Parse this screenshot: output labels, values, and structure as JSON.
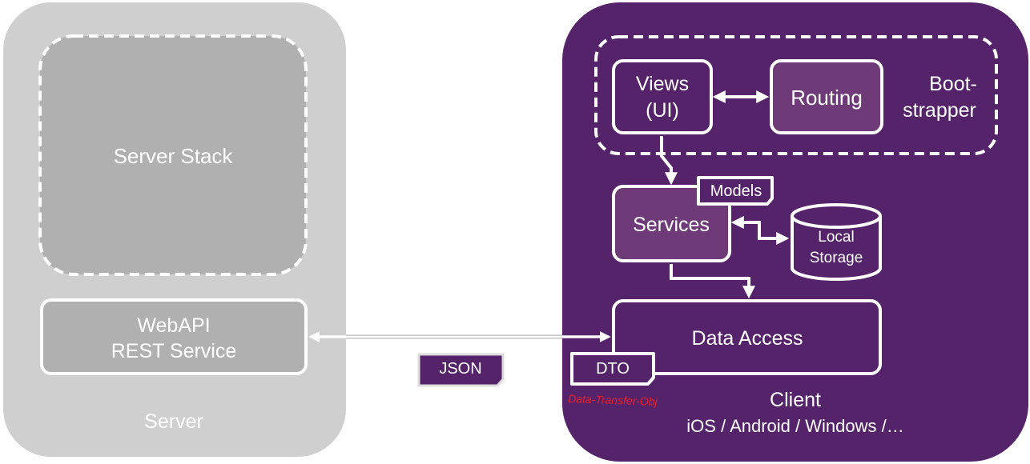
{
  "server": {
    "label": "Server",
    "stack_label": "Server Stack",
    "webapi_line1": "WebAPI",
    "webapi_line2": "REST Service"
  },
  "client": {
    "label": "Client",
    "platforms": "iOS / Android / Windows /…",
    "views_line1": "Views",
    "views_line2": "(UI)",
    "routing": "Routing",
    "bootstrapper_line1": "Boot-",
    "bootstrapper_line2": "strapper",
    "models": "Models",
    "services": "Services",
    "storage_line1": "Local",
    "storage_line2": "Storage",
    "data_access": "Data Access",
    "dto": "DTO",
    "dto_note": "Data-Transfer-Obj"
  },
  "json_label": "JSON",
  "colors": {
    "server_bg": "#cfcfcf",
    "server_box": "#b0b0b0",
    "client_bg": "#55236a",
    "client_box_light": "#6e3b78",
    "annotation": "#e8202a"
  }
}
